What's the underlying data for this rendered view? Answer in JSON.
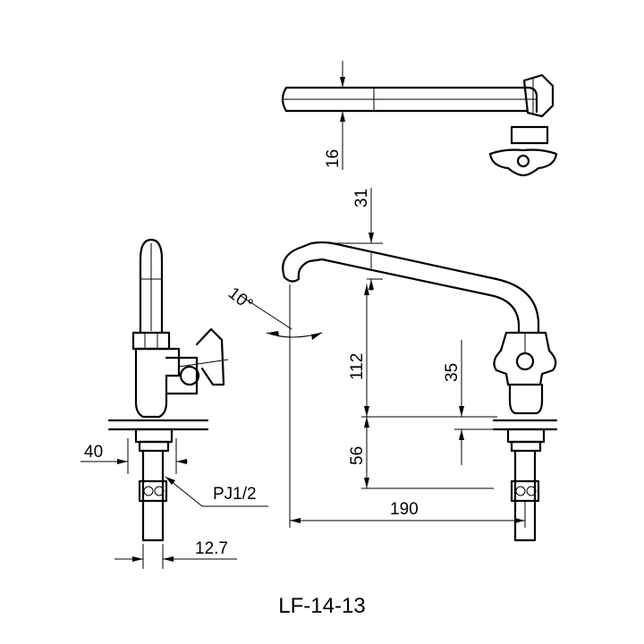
{
  "model": "LF-14-13",
  "dimensions": {
    "pipe_diameter": "16",
    "spout_height_offset": "31",
    "spout_angle": "10°",
    "spout_to_body": "112",
    "handle_height": "35",
    "body_height": "56",
    "reach": "190",
    "base_width": "40",
    "thread": "PJ1/2",
    "shank_diameter": "12.7"
  }
}
